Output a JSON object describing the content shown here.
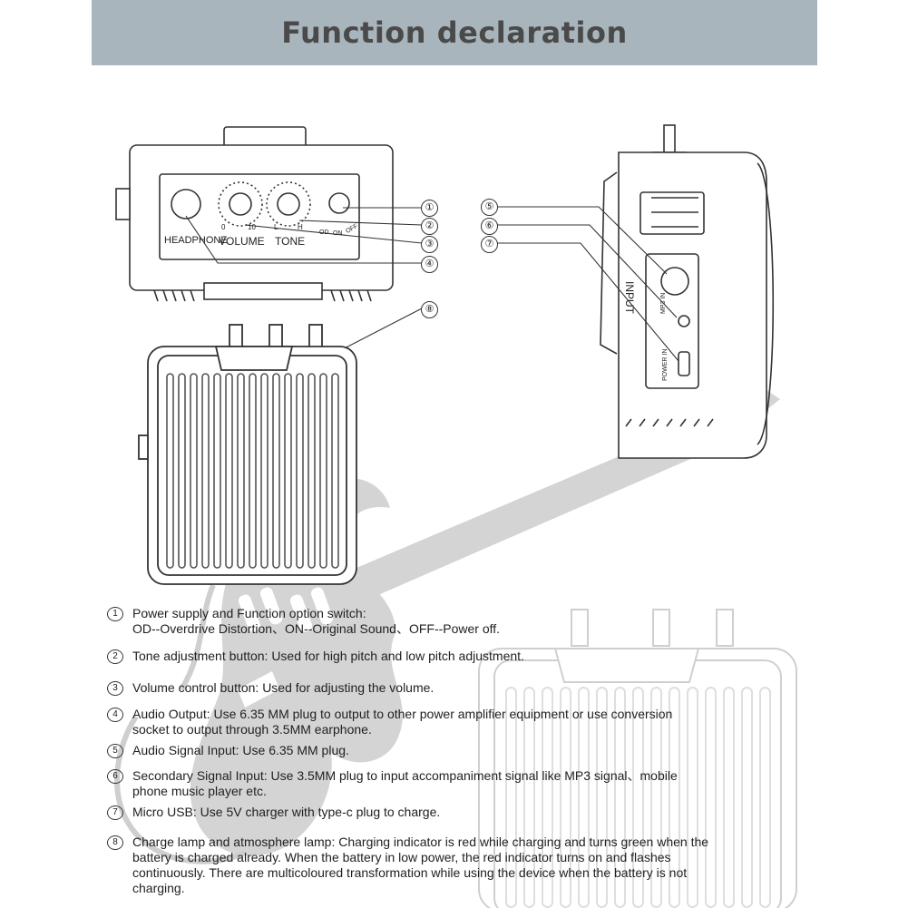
{
  "header": {
    "title": "Function declaration"
  },
  "front_panel": {
    "jack_label": "HEADPHONE",
    "volume_label": "VOLUME",
    "tone_label": "TONE",
    "volume_min": "0",
    "volume_max": "10",
    "tone_low": "L",
    "tone_high": "H",
    "switch_od": "OD",
    "switch_on": "ON",
    "switch_off": "OFF"
  },
  "side_panel": {
    "input_label": "INPUT",
    "mp3_label": "MP3 IN",
    "power_label": "POWER IN"
  },
  "callouts": [
    "①",
    "②",
    "③",
    "④",
    "⑤",
    "⑥",
    "⑦",
    "⑧"
  ],
  "descriptions": [
    {
      "num": "1",
      "text": "Power supply and Function option switch:",
      "text2": "OD--Overdrive Distortion、ON--Original Sound、OFF--Power off."
    },
    {
      "num": "2",
      "text": "Tone adjustment button: Used for high pitch and low pitch adjustment."
    },
    {
      "num": "3",
      "text": "Volume control button: Used for adjusting the volume."
    },
    {
      "num": "4",
      "text": "Audio Output: Use 6.35 MM plug to output to other power amplifier equipment or use conversion",
      "text2": "socket to output through  3.5MM earphone."
    },
    {
      "num": "5",
      "text": "Audio Signal Input: Use 6.35 MM plug."
    },
    {
      "num": "6",
      "text": "Secondary Signal Input: Use 3.5MM plug to input accompaniment signal  like MP3 signal、mobile",
      "text2": "phone music player etc."
    },
    {
      "num": "7",
      "text": "Micro USB: Use 5V charger with type-c plug to charge."
    },
    {
      "num": "8",
      "text": "Charge lamp and atmosphere lamp: Charging indicator is red while charging and turns green when the",
      "text2": "battery is charged already. When the battery in low power, the red indicator turns on and flashes",
      "text3": "continuously. There are multicoloured transformation while using the device when the battery is not",
      "text4": "charging."
    }
  ]
}
